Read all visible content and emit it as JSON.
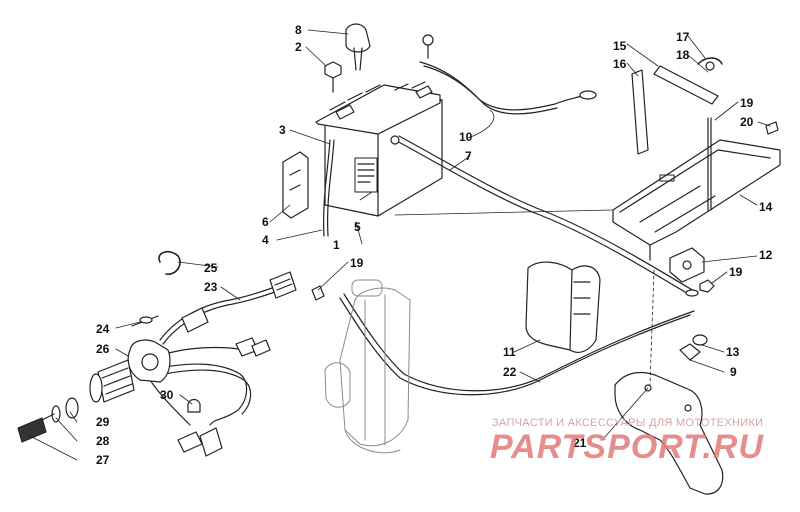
{
  "diagram": {
    "callouts": {
      "c1": "1",
      "c2": "2",
      "c3": "3",
      "c4": "4",
      "c5": "5",
      "c6": "6",
      "c7": "7",
      "c8": "8",
      "c9": "9",
      "c10": "10",
      "c11": "11",
      "c12": "12",
      "c13": "13",
      "c14": "14",
      "c15": "15",
      "c16": "16",
      "c17": "17",
      "c18": "18",
      "c19a": "19",
      "c19b": "19",
      "c19c": "19",
      "c20": "20",
      "c21": "21",
      "c22": "22",
      "c23": "23",
      "c24": "24",
      "c25": "25",
      "c26": "26",
      "c27": "27",
      "c28": "28",
      "c29": "29",
      "c30": "30"
    }
  },
  "watermark": {
    "tagline": "ЗАПЧАСТИ И АКСЕССУАРЫ ДЛЯ МОТОТЕХНИКИ",
    "brand": "PARTSPORT.RU",
    "color": "#e37a7a"
  }
}
